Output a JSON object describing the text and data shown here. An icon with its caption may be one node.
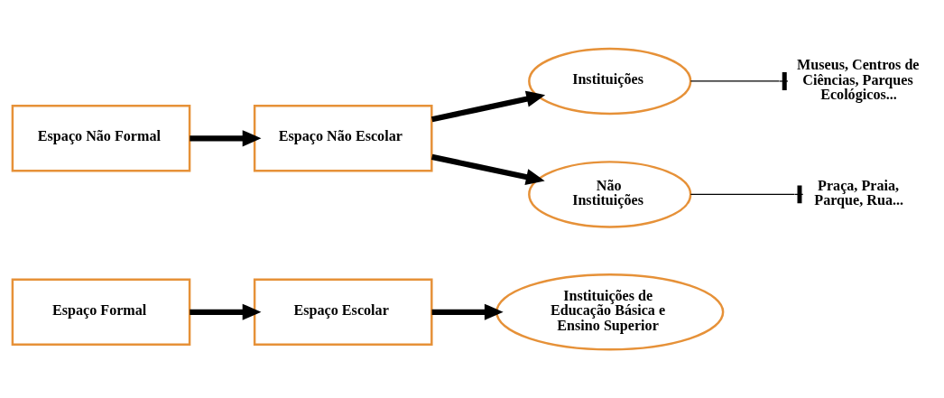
{
  "diagram": {
    "nodes": [
      {
        "text": [
          "Espaço Formal"
        ]
      },
      {
        "text": [
          "Espaço Escolar"
        ]
      },
      {
        "text": [
          "Instituições de Educação Básica e Ensino Superior"
        ]
      },
      {
        "text": [
          "Espaço Não Formal"
        ]
      },
      {
        "text": [
          "Espaço Não Escolar"
        ]
      },
      {
        "text": [
          "Instituições"
        ]
      },
      {
        "text": [
          "Não Instituições"
        ]
      },
      {
        "text": [
          "Museus, Centros de Ciências, Parques Ecológicos..."
        ]
      },
      {
        "text": [
          "Praça, Praia, Parque, Rua..."
        ]
      }
    ],
    "edges": [
      {
        "from": 0,
        "to": 1,
        "arrow": "to"
      },
      {
        "from": 1,
        "to": 2,
        "arrow": "to"
      },
      {
        "from": 3,
        "to": 4,
        "arrow": "to"
      },
      {
        "from": 4,
        "to": 5,
        "arrow": "to"
      },
      {
        "from": 4,
        "to": 6,
        "arrow": "to"
      },
      {
        "from": 5,
        "to": 7,
        "arrow": "other"
      },
      {
        "from": 6,
        "to": 8,
        "arrow": "other"
      }
    ]
  }
}
